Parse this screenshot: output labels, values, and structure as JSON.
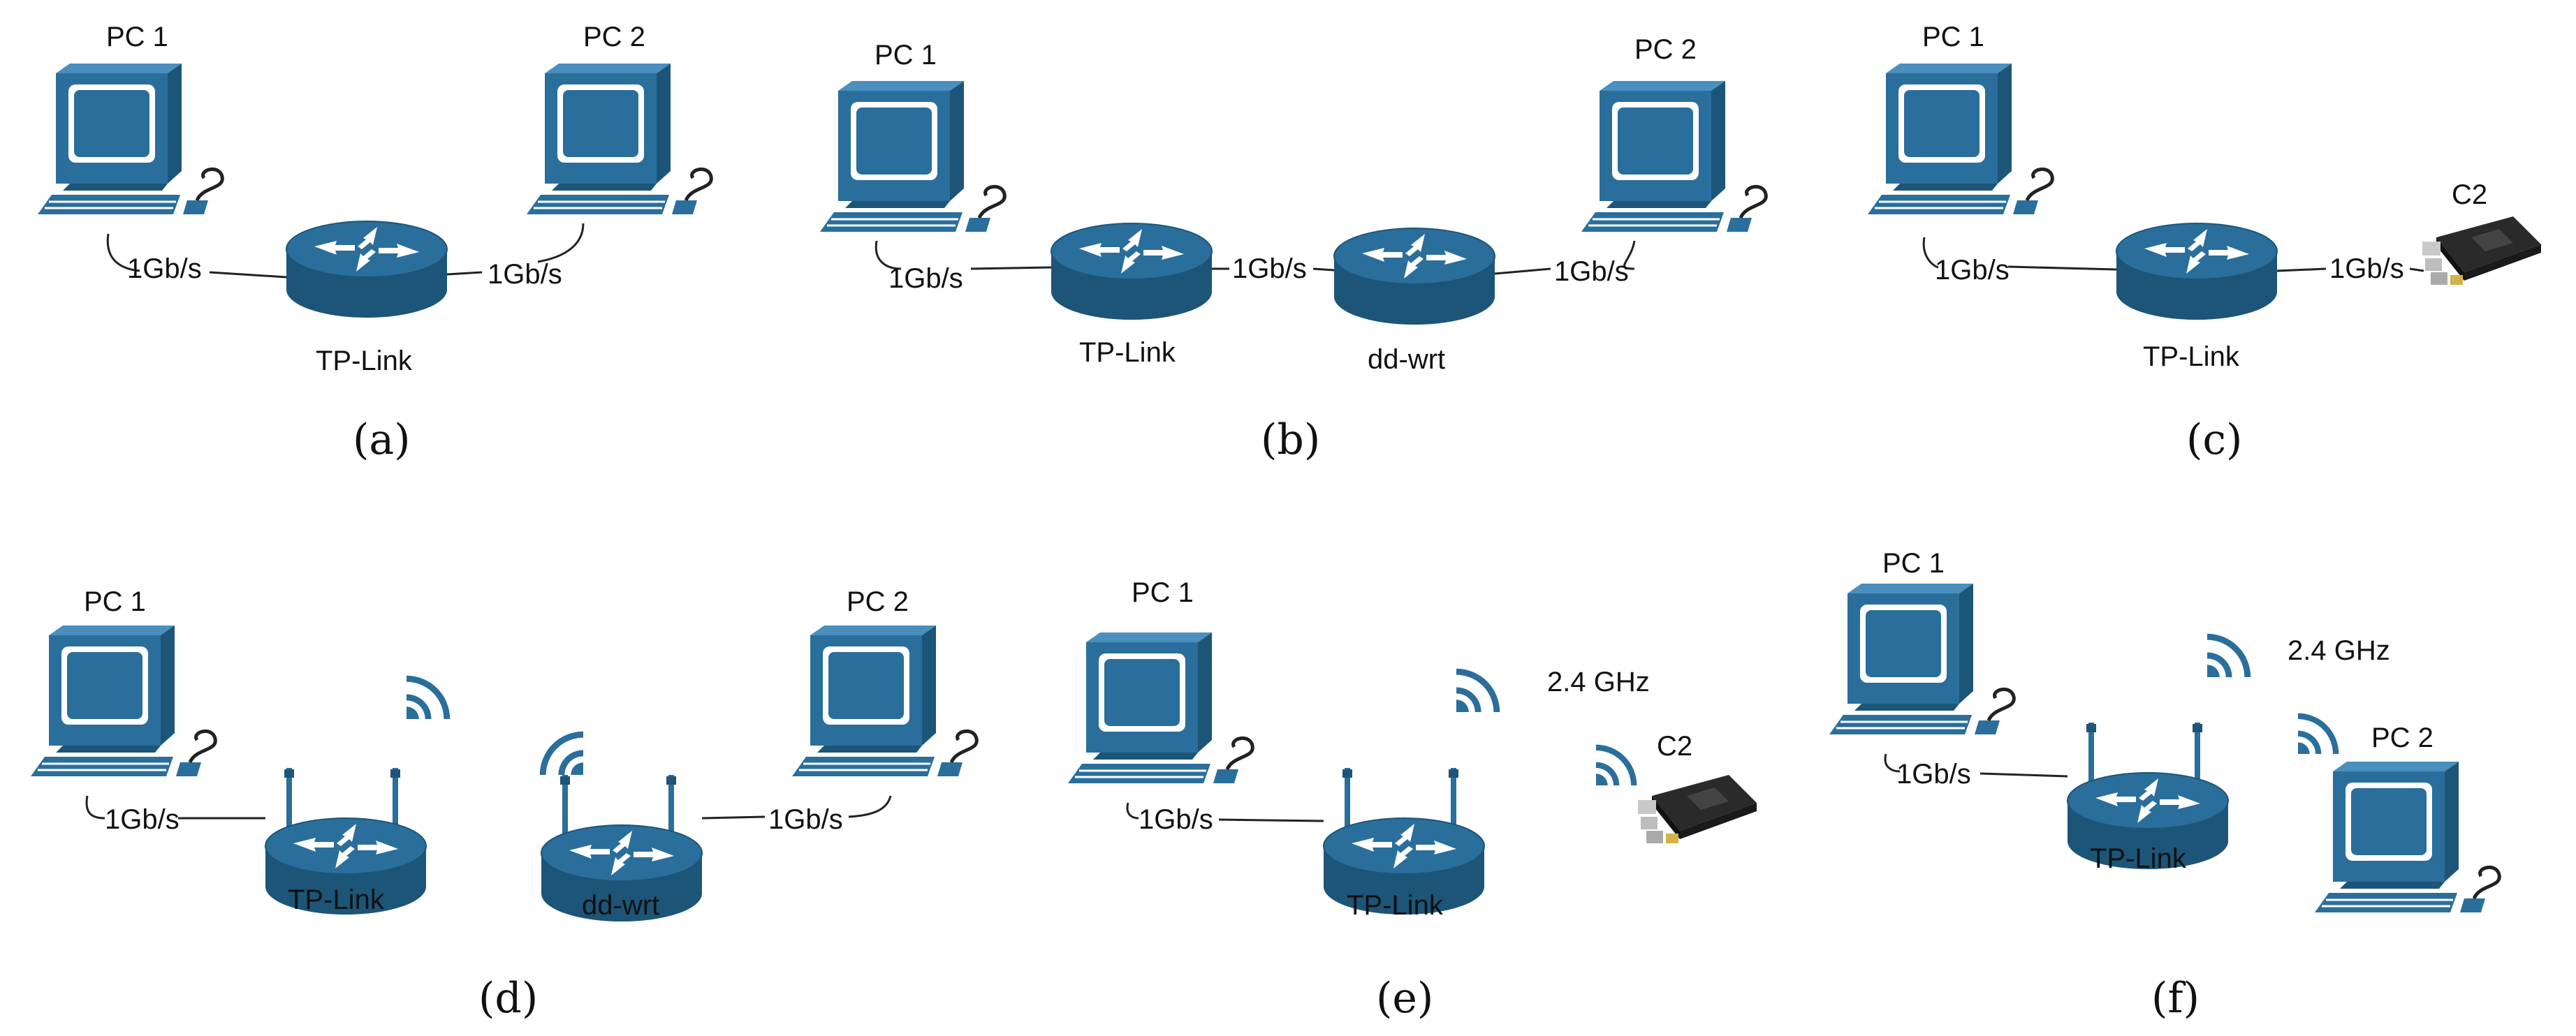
{
  "colors": {
    "device": "#2a6e9c",
    "device_dark": "#1c5578",
    "wire": "#222222",
    "board": "#2a2a2a"
  },
  "labels": {
    "pc1": "PC 1",
    "pc2": "PC 2",
    "c2": "C2",
    "tplink": "TP-Link",
    "ddwrt": "dd-wrt",
    "speed": "1Gb/s",
    "freq": "2.4 GHz"
  },
  "captions": {
    "a": "(a)",
    "b": "(b)",
    "c": "(c)",
    "d": "(d)",
    "e": "(e)",
    "f": "(f)"
  },
  "icons": [
    "computer-icon",
    "router-icon",
    "wireless-router-icon",
    "wifi-signal-icon",
    "single-board-computer-icon"
  ]
}
